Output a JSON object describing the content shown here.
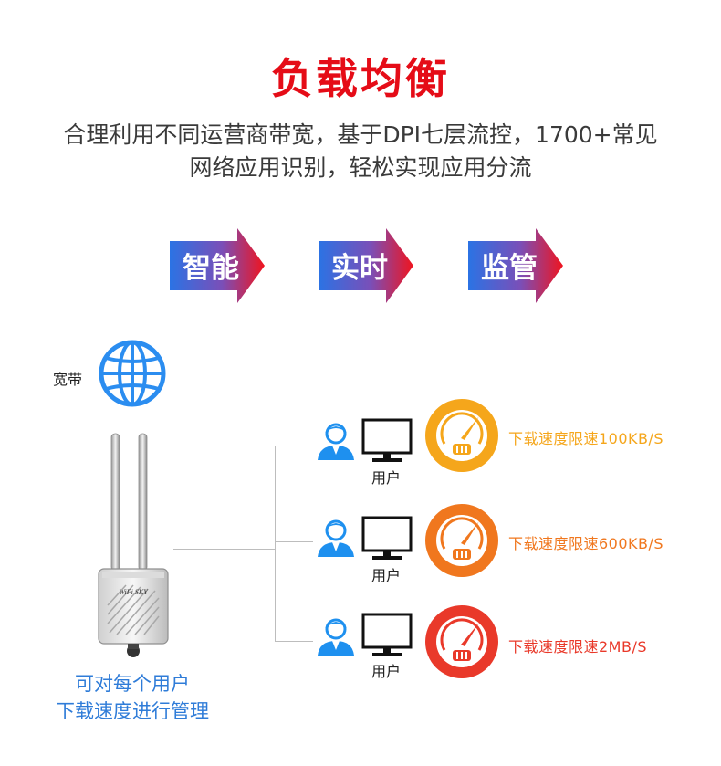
{
  "title": "负载均衡",
  "description": {
    "line1": "合理利用不同运营商带宽，基于DPI七层流控，1700+常见",
    "line2": "网络应用识别，轻松实现应用分流"
  },
  "features": [
    "智能",
    "实时",
    "监管"
  ],
  "diagram": {
    "broadband_label": "宽带",
    "router_brand": "WiFi SKY",
    "users": [
      {
        "label": "用户",
        "limit": "下载速度限速100KB/S",
        "color": "#f5a61b"
      },
      {
        "label": "用户",
        "limit": "下载速度限速600KB/S",
        "color": "#f0771e"
      },
      {
        "label": "用户",
        "limit": "下载速度限速2MB/S",
        "color": "#e9392a"
      }
    ],
    "caption": {
      "line1": "可对每个用户",
      "line2": "下载速度进行管理"
    }
  },
  "colors": {
    "title": "#e50c17",
    "arrow_start": "#2b73e4",
    "arrow_end": "#f0141e",
    "globe": "#2b8df0",
    "user_icon": "#1e90ef",
    "caption": "#2f7cd8"
  }
}
